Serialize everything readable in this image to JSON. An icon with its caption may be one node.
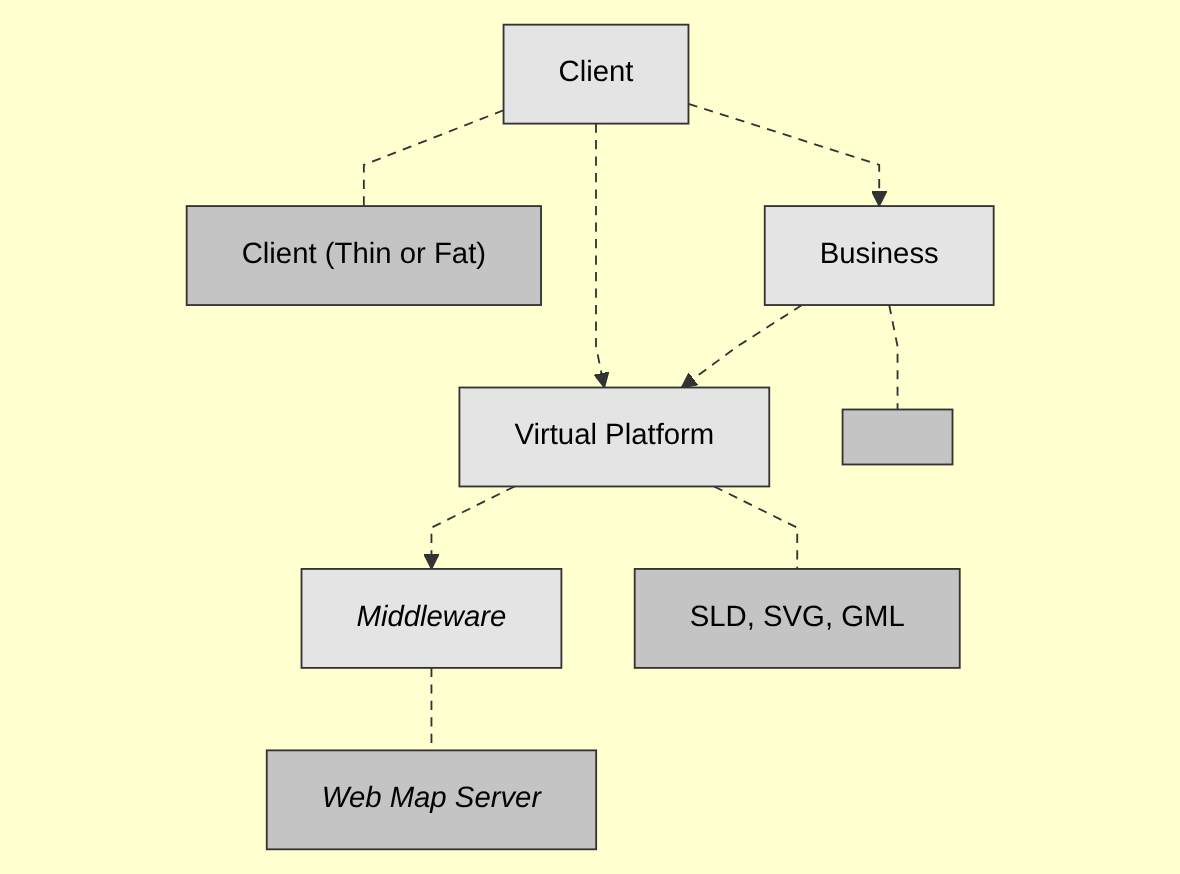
{
  "diagram": {
    "nodes": [
      {
        "text": [
          "Client"
        ]
      },
      {
        "text": [
          "Client (Thin or Fat)"
        ]
      },
      {
        "text": [
          "Business"
        ]
      },
      {
        "text": [
          "Virtual Platform"
        ]
      },
      {
        "text": [
          "Middleware"
        ]
      },
      {
        "text": [],
        "shape": "box"
      },
      {
        "text": [
          "SLD, SVG, GML"
        ]
      },
      {
        "text": [
          "Web Map Server"
        ]
      }
    ],
    "edges": [
      {
        "from": 0,
        "to": 1,
        "arrow": "none",
        "style": "dashed"
      },
      {
        "from": 0,
        "to": 2,
        "arrow": "to",
        "style": "dashed"
      },
      {
        "from": 0,
        "to": 3,
        "arrow": "to",
        "style": "dashed"
      },
      {
        "from": 2,
        "to": 3,
        "arrow": "to",
        "style": "dashed"
      },
      {
        "from": 3,
        "to": 4,
        "arrow": "to",
        "style": "dashed"
      },
      {
        "from": 2,
        "to": 5,
        "arrow": "none",
        "style": "dashed"
      },
      {
        "from": 3,
        "to": 6,
        "arrow": "none",
        "style": "dashed"
      },
      {
        "from": 4,
        "to": 7,
        "arrow": "none",
        "style": "dashed"
      }
    ]
  }
}
